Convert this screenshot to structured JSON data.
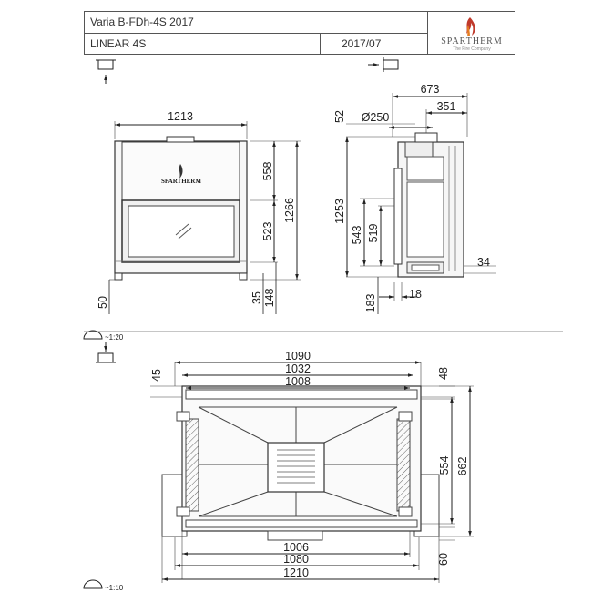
{
  "title_block": {
    "model": "Varia B-FDh-4S 2017",
    "subtitle": "LINEAR 4S",
    "date": "2017/07",
    "brand": "SPARTHERM",
    "brand_tagline": "The Fire Company"
  },
  "front_view": {
    "width": "1213",
    "upper_height": "558",
    "glass_height": "523",
    "total_height": "1266",
    "foot_left": "50",
    "foot_right_a": "35",
    "foot_right_b": "148",
    "logo_text": "SPARTHERM"
  },
  "side_view": {
    "depth": "673",
    "flue_offset": "351",
    "flue_diameter": "Ø250",
    "top_offset": "52",
    "height": "1253",
    "glass_a": "543",
    "glass_b": "519",
    "bottom_a": "183",
    "bottom_b": "18",
    "side_34": "34"
  },
  "plan_view": {
    "w_outer": "1090",
    "w_mid": "1032",
    "w_inner": "1008",
    "left_45": "45",
    "right_48": "48",
    "depth_554": "554",
    "depth_662": "662",
    "bottom_1006": "1006",
    "bottom_1080": "1080",
    "bottom_1210": "1210",
    "bottom_60": "60"
  },
  "scales": {
    "upper": "~1:20",
    "lower": "~1:10"
  },
  "icons": [
    "view-from-front-icon",
    "view-from-right-icon",
    "view-from-top-icon",
    "scale-icon"
  ]
}
